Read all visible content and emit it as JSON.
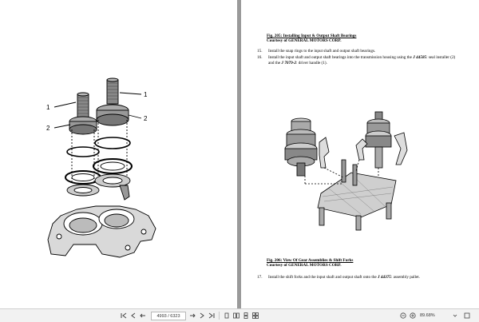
{
  "left_page": {
    "callouts": [
      "1",
      "1",
      "2",
      "2"
    ]
  },
  "right_page": {
    "fig205": {
      "title": "Fig. 205: Installing Input & Output Shaft Bearings",
      "courtesy": "Courtesy of GENERAL MOTORS CORP."
    },
    "steps_top": [
      {
        "num": "15.",
        "text": "Install the snap rings to the input shaft and output shaft bearings."
      },
      {
        "num": "16.",
        "text_a": "Install the input shaft and output shaft bearings into the transmission housing using the ",
        "tool1": "J 44585",
        "text_b": ": seal installer (2) and the ",
        "tool2": "J 7079-2",
        "text_c": ": driver handle (1)."
      }
    ],
    "fig206": {
      "title": "Fig. 206: View Of Gear Assemblies & Shift Forks",
      "courtesy": "Courtesy of GENERAL MOTORS CORP."
    },
    "step17": {
      "num": "17.",
      "text_a": "Install the shift forks and the input shaft and output shaft onto the ",
      "tool": "J 44375",
      "text_b": ": assembly pallet."
    }
  },
  "toolbar": {
    "page_field": "4993 / 6323",
    "zoom": "89.68%"
  }
}
